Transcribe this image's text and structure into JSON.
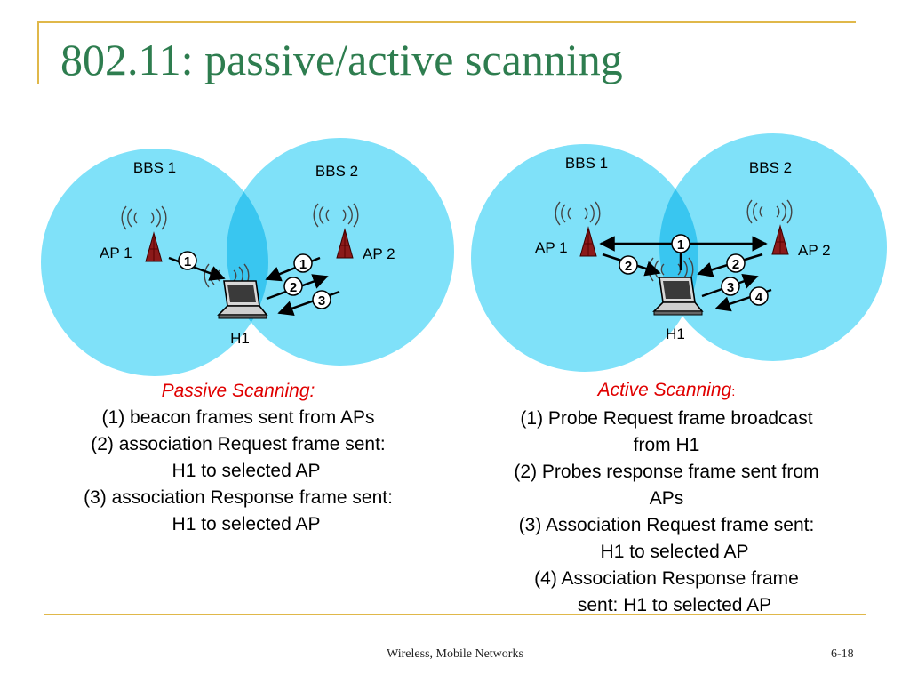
{
  "slide": {
    "title": "802.11: passive/active scanning",
    "footer": "Wireless, Mobile Networks",
    "page_number": "6-18"
  },
  "colors": {
    "title": "#2e7d4f",
    "circle": "#7fe1f9",
    "circle_overlap": "#39c6f0",
    "caption_heading": "#e00000",
    "rule": "#e0b84a"
  },
  "passive": {
    "bss1_label": "BBS 1",
    "bss2_label": "BBS 2",
    "ap1_label": "AP 1",
    "ap2_label": "AP 2",
    "host_label": "H1",
    "badges": [
      "1",
      "1",
      "2",
      "3"
    ],
    "caption": {
      "heading": "Passive Scanning:",
      "line1": "(1) beacon frames sent from APs",
      "line2a": "(2) association Request frame sent:",
      "line2b": "H1 to selected AP",
      "line3a": "(3) association Response frame sent:",
      "line3b": "H1 to selected AP"
    }
  },
  "active": {
    "bss1_label": "BBS 1",
    "bss2_label": "BBS 2",
    "ap1_label": "AP 1",
    "ap2_label": "AP 2",
    "host_label": "H1",
    "badges": [
      "1",
      "2",
      "2",
      "3",
      "4"
    ],
    "caption": {
      "heading": "Active Scanning",
      "heading_suffix": ":",
      "line1a": "(1) Probe Request frame broadcast",
      "line1b": "from H1",
      "line2a": "(2) Probes response frame sent from",
      "line2b": "APs",
      "line3a": "(3) Association Request frame sent:",
      "line3b": "H1 to selected AP",
      "line4a": "(4) Association Response frame",
      "line4b": "sent: H1 to selected AP"
    }
  }
}
